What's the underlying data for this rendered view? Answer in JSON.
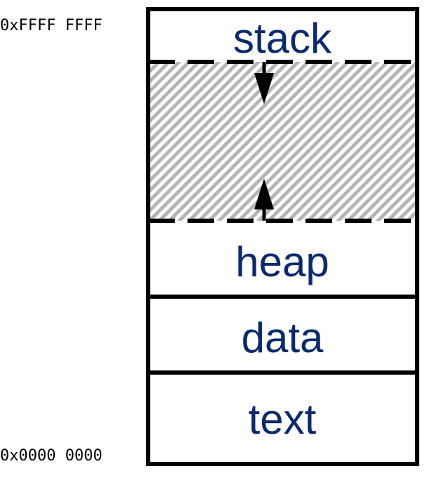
{
  "addresses": {
    "top": "0xFFFF FFFF",
    "bottom": "0x0000 0000"
  },
  "segments": {
    "stack": "stack",
    "heap": "heap",
    "data": "data",
    "text": "text"
  },
  "colors": {
    "label": "#0a2a6b",
    "border": "#000000",
    "hatch": "#b5b5b5"
  },
  "icons": {
    "stack_growth": "arrow-down-icon",
    "heap_growth": "arrow-up-icon"
  }
}
